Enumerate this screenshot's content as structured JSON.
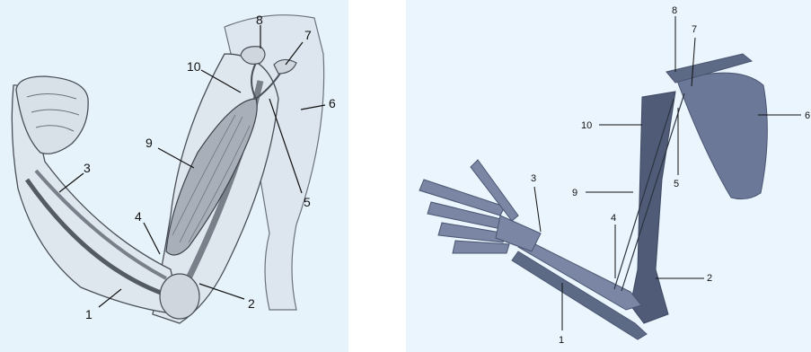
{
  "colors": {
    "left_bg": "#e7f3fb",
    "right_bg": "#eaf5fd",
    "bone_right": "#5d6a86",
    "sketch_skin": "#dfe7ee",
    "sketch_line": "#4a4f57",
    "muscle": "#a9afb8"
  },
  "left_labels": [
    "1",
    "2",
    "3",
    "4",
    "5",
    "6",
    "7",
    "8",
    "9",
    "10"
  ],
  "right_labels": [
    "1",
    "2",
    "3",
    "4",
    "5",
    "6",
    "7",
    "8",
    "9",
    "10"
  ]
}
